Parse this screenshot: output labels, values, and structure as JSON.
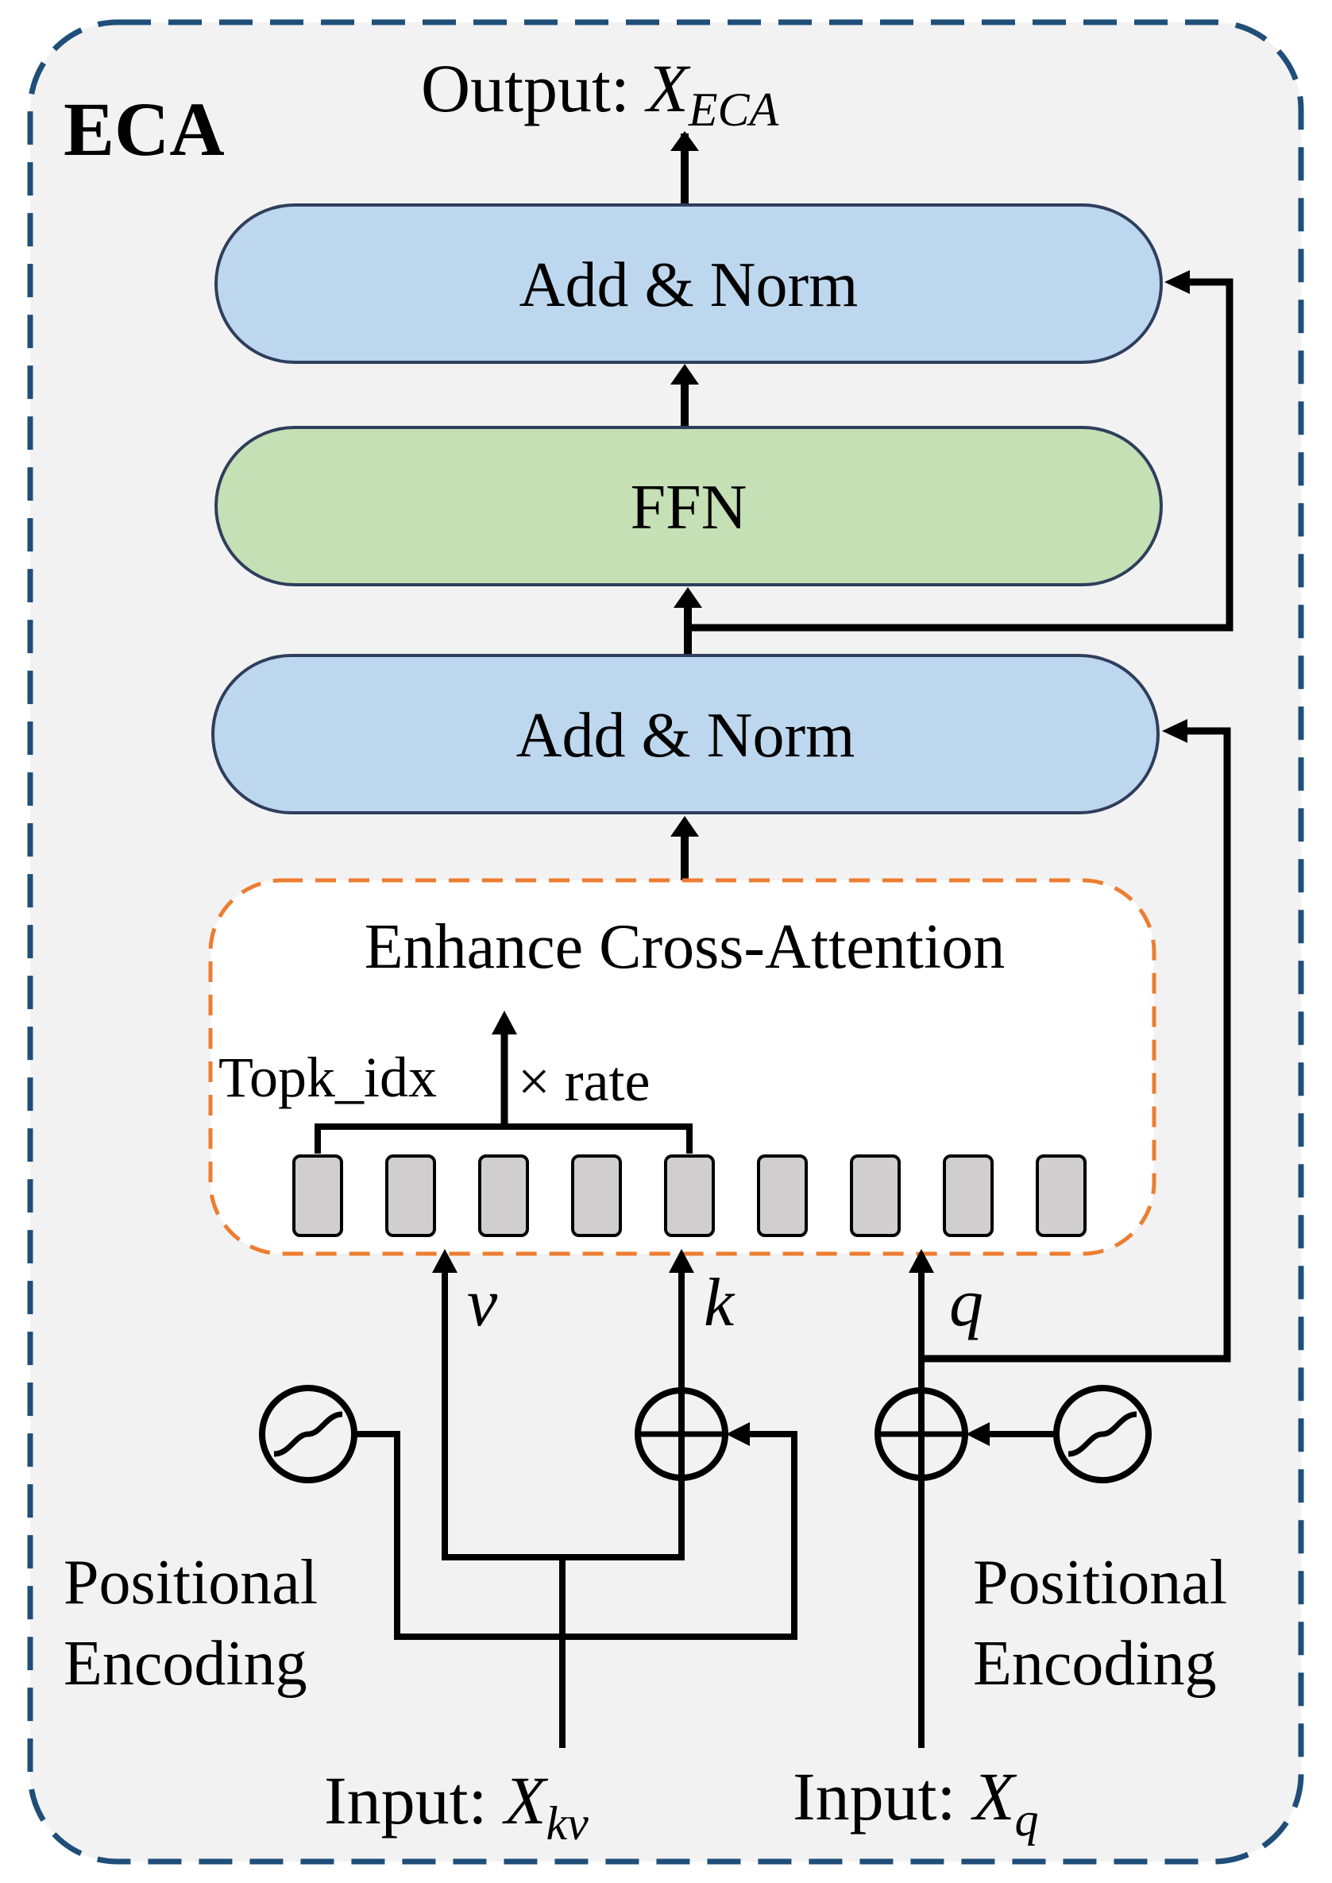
{
  "module_title": "ECA",
  "output": {
    "prefix": "Output: ",
    "var": "X",
    "sub": "ECA"
  },
  "blocks": {
    "add_norm_top": "Add & Norm",
    "ffn": "FFN",
    "add_norm_bottom": "Add & Norm",
    "attention": "Enhance Cross-Attention"
  },
  "attention_labels": {
    "topk": "Topk_idx",
    "rate": "× rate"
  },
  "token_count": 9,
  "branch_labels": {
    "v": "v",
    "k": "k",
    "q": "q"
  },
  "positional_left": [
    "Positional",
    "Encoding"
  ],
  "positional_right": [
    "Positional",
    "Encoding"
  ],
  "input_kv": {
    "prefix": "Input: ",
    "var": "X",
    "sub": "kv"
  },
  "input_q": {
    "prefix": "Input: ",
    "var": "X",
    "sub": "q"
  },
  "colors": {
    "frame_fill": "#f2f2f2",
    "frame_border": "#1f4e79",
    "add_norm_fill": "#bdd7ee",
    "ffn_fill": "#c5e0b4",
    "box_border": "#2f3e5c",
    "attention_border": "#ed7d31",
    "token_fill": "#d0cece"
  }
}
